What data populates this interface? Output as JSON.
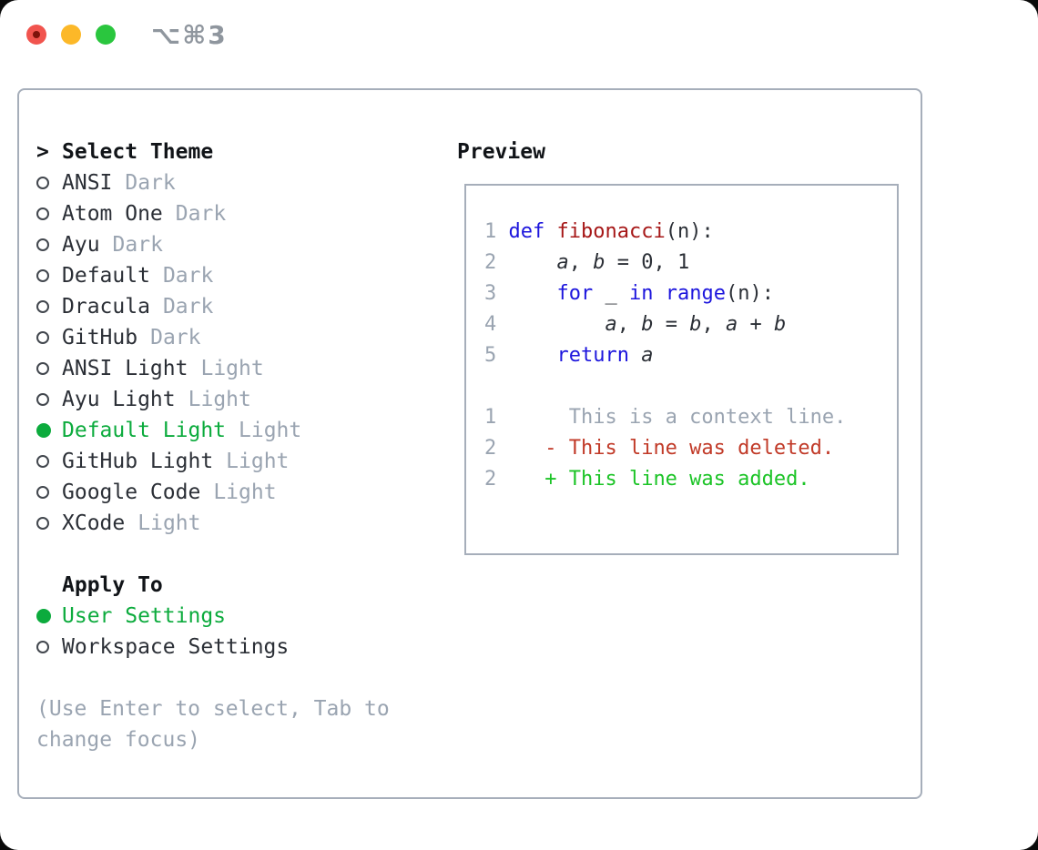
{
  "window": {
    "shortcut_label": "⌥⌘3"
  },
  "colors": {
    "border": "#a6aeba",
    "heading": "#111418",
    "text": "#2b2f36",
    "muted": "#9aa4b1",
    "muted_dark": "#8f969e",
    "circle": "#42474e",
    "sel_green": "#0cab3d",
    "kw_blue": "#1d16dd",
    "fn_red": "#a61717",
    "del_red": "#c13a28",
    "add_green": "#1cc427",
    "traffic_red": "#f1544e",
    "traffic_red_dot": "#7e130b",
    "traffic_yellow": "#fcb828",
    "traffic_green": "#2ac63e"
  },
  "theme_panel": {
    "header": {
      "prefix": ">",
      "label": "Select Theme"
    },
    "items": [
      {
        "label": "ANSI",
        "tag": "Dark",
        "selected": false
      },
      {
        "label": "Atom One",
        "tag": "Dark",
        "selected": false
      },
      {
        "label": "Ayu",
        "tag": "Dark",
        "selected": false
      },
      {
        "label": "Default",
        "tag": "Dark",
        "selected": false
      },
      {
        "label": "Dracula",
        "tag": "Dark",
        "selected": false
      },
      {
        "label": "GitHub",
        "tag": "Dark",
        "selected": false
      },
      {
        "label": "ANSI Light",
        "tag": "Light",
        "selected": false
      },
      {
        "label": "Ayu Light",
        "tag": "Light",
        "selected": false
      },
      {
        "label": "Default Light",
        "tag": "Light",
        "selected": true
      },
      {
        "label": "GitHub Light",
        "tag": "Light",
        "selected": false
      },
      {
        "label": "Google Code",
        "tag": "Light",
        "selected": false
      },
      {
        "label": "XCode",
        "tag": "Light",
        "selected": false
      }
    ],
    "apply_to": {
      "header": "Apply To",
      "options": [
        {
          "label": "User Settings",
          "selected": true
        },
        {
          "label": "Workspace Settings",
          "selected": false
        }
      ]
    },
    "help_lines": [
      "(Use Enter to select, Tab to",
      "change focus)"
    ]
  },
  "preview": {
    "title": "Preview",
    "lines": [
      [
        [
          "num",
          "1 "
        ],
        [
          "kw",
          "def "
        ],
        [
          "fn",
          "fibonacci"
        ],
        [
          "pl",
          "(n):"
        ]
      ],
      [
        [
          "num",
          "2 "
        ],
        [
          "pl",
          "    "
        ],
        [
          "id",
          "a"
        ],
        [
          "pl",
          ", "
        ],
        [
          "id",
          "b"
        ],
        [
          "pl",
          " = 0, 1"
        ]
      ],
      [
        [
          "num",
          "3 "
        ],
        [
          "pl",
          "    "
        ],
        [
          "kw",
          "for"
        ],
        [
          "pl",
          " _ "
        ],
        [
          "kw",
          "in"
        ],
        [
          "pl",
          " "
        ],
        [
          "kw",
          "range"
        ],
        [
          "pl",
          "(n):"
        ]
      ],
      [
        [
          "num",
          "4 "
        ],
        [
          "pl",
          "        "
        ],
        [
          "id",
          "a"
        ],
        [
          "pl",
          ", "
        ],
        [
          "id",
          "b"
        ],
        [
          "pl",
          " = "
        ],
        [
          "id",
          "b"
        ],
        [
          "pl",
          ", "
        ],
        [
          "id",
          "a"
        ],
        [
          "pl",
          " + "
        ],
        [
          "id",
          "b"
        ]
      ],
      [
        [
          "num",
          "5 "
        ],
        [
          "pl",
          "    "
        ],
        [
          "kw",
          "return "
        ],
        [
          "id",
          "a"
        ]
      ],
      [],
      [
        [
          "num",
          "1 "
        ],
        [
          "ctx",
          "     This is a context line."
        ]
      ],
      [
        [
          "num",
          "2 "
        ],
        [
          "del",
          "   - This line was deleted."
        ]
      ],
      [
        [
          "num",
          "2 "
        ],
        [
          "add",
          "   + This line was added."
        ]
      ]
    ]
  }
}
